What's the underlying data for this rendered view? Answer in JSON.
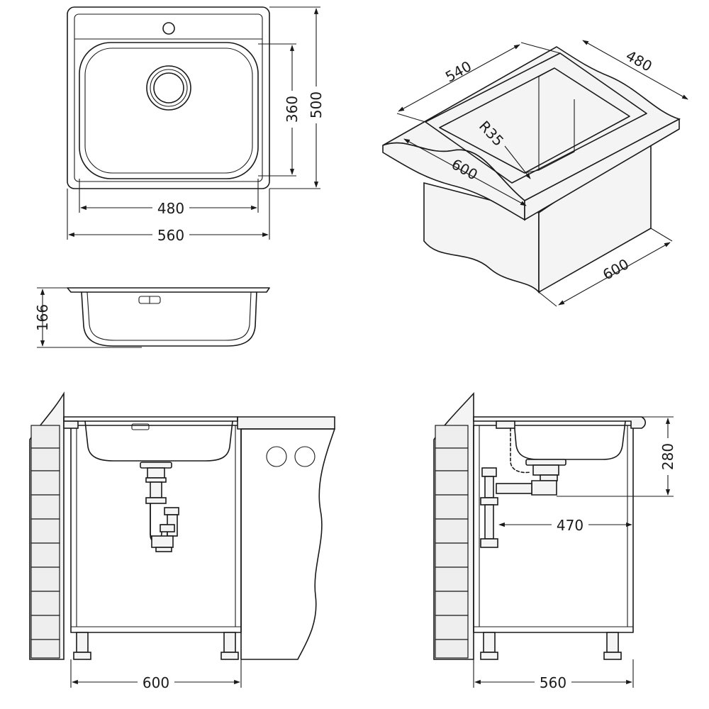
{
  "colors": {
    "stroke": "#1a1a1a",
    "fill": "#f4f4f4",
    "background": "#ffffff"
  },
  "top_view": {
    "dim_bowl_width": "480",
    "dim_total_width": "560",
    "dim_bowl_depth": "360",
    "dim_total_depth": "500"
  },
  "iso_view": {
    "dim_540": "540",
    "dim_480": "480",
    "dim_radius": "R35",
    "dim_600_front": "600",
    "dim_600_side": "600"
  },
  "side_view": {
    "dim_height": "166"
  },
  "front_install": {
    "dim_cabinet_width": "600"
  },
  "side_install": {
    "dim_drain_height": "280",
    "dim_drain_offset": "470",
    "dim_cabinet_depth": "560"
  }
}
